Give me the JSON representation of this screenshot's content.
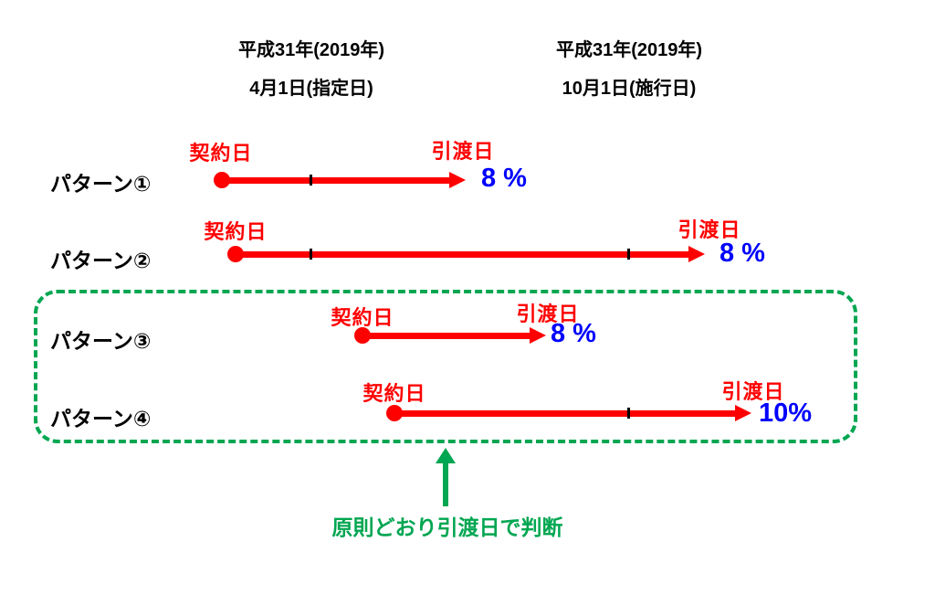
{
  "colors": {
    "arrow_red": "#ff0000",
    "rate_blue": "#0000ff",
    "box_green": "#00a651",
    "text_black": "#000000"
  },
  "headers": [
    {
      "line1": "平成31年(2019年)",
      "line2": "4月1日(指定日)"
    },
    {
      "line1": "平成31年(2019年)",
      "line2": "10月1日(施行日)"
    }
  ],
  "patterns": [
    {
      "label": "パターン①",
      "contract": "契約日",
      "delivery": "引渡日",
      "rate": "8 %"
    },
    {
      "label": "パターン②",
      "contract": "契約日",
      "delivery": "引渡日",
      "rate": "8 %"
    },
    {
      "label": "パターン③",
      "contract": "契約日",
      "delivery": "引渡日",
      "rate": "8 %"
    },
    {
      "label": "パターン④",
      "contract": "契約日",
      "delivery": "引渡日",
      "rate": "10%"
    }
  ],
  "annotation": {
    "text": "原則どおり引渡日で判断"
  }
}
